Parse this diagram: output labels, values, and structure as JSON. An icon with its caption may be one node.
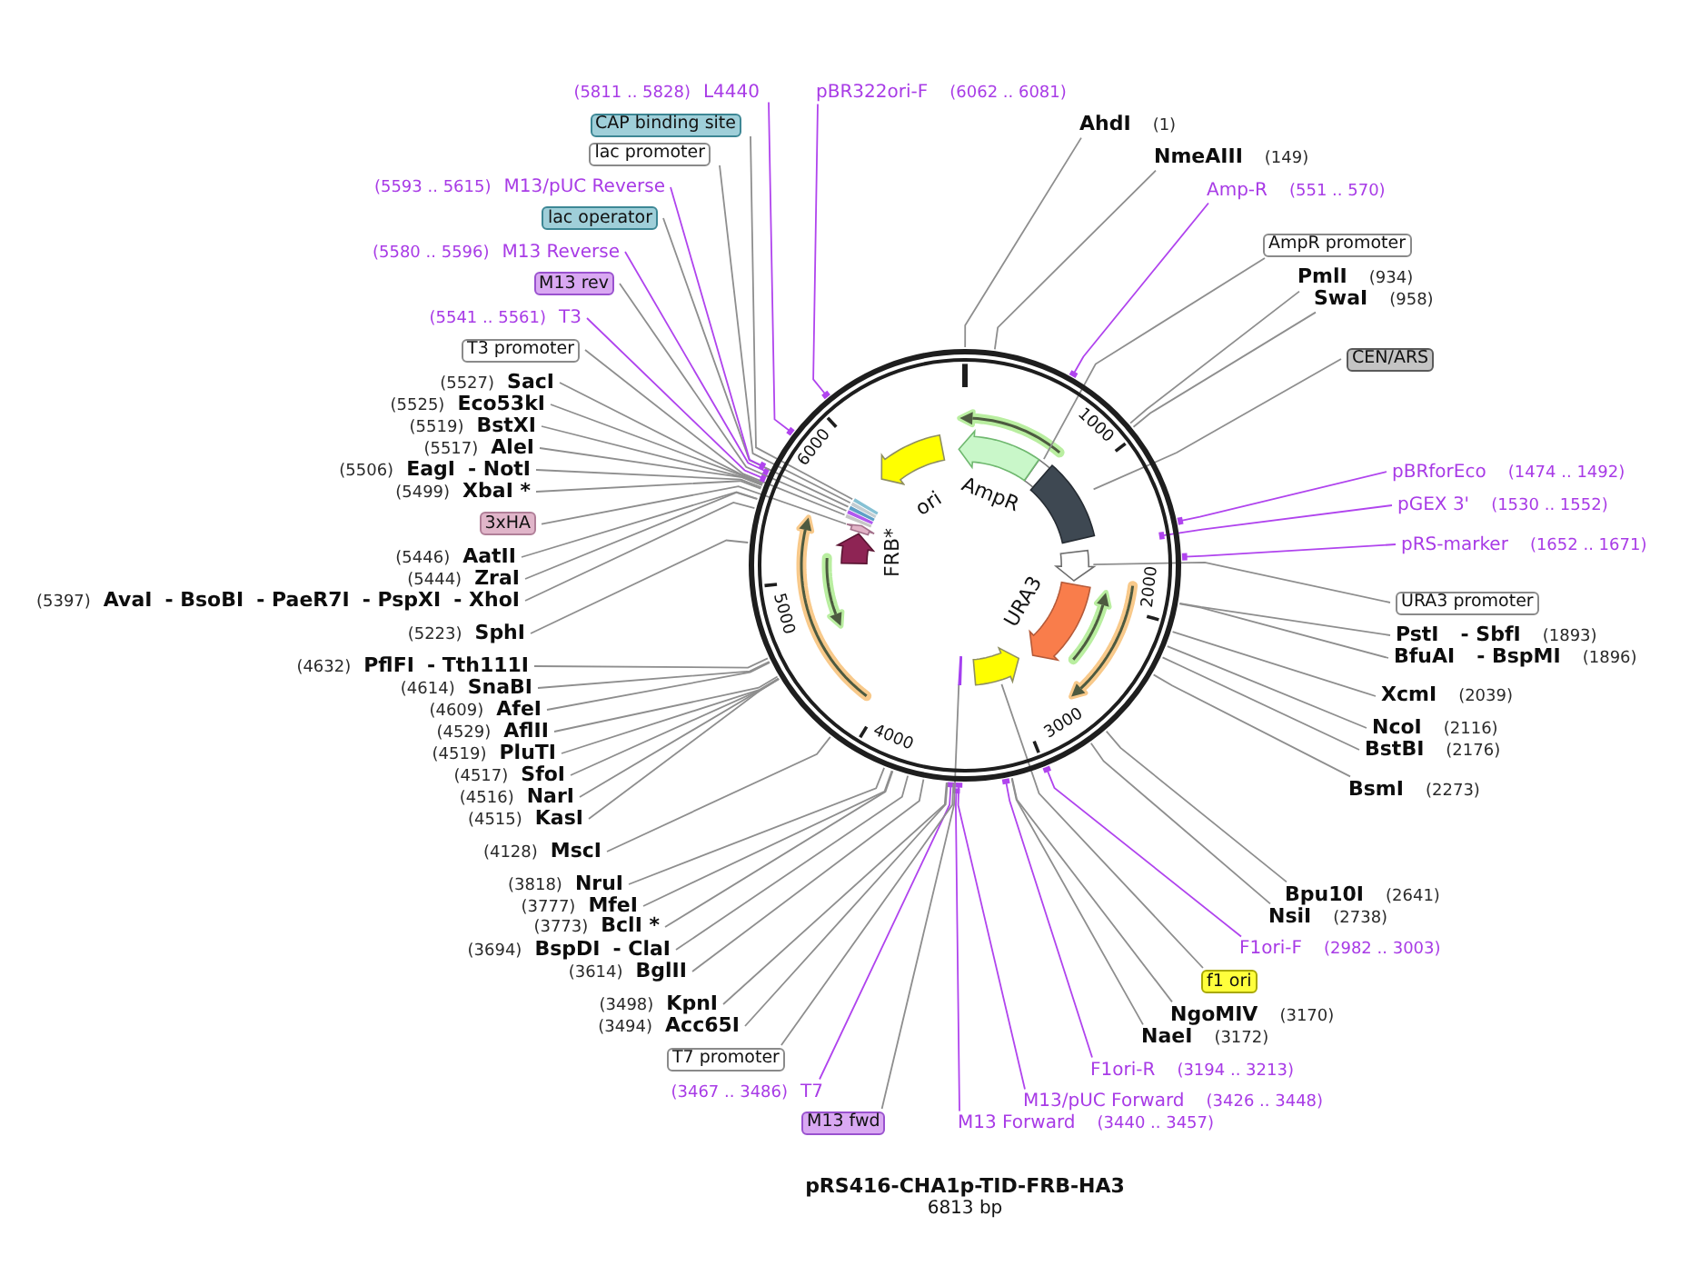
{
  "diagram": {
    "title": "pRS416-CHA1p-TID-FRB-HA3",
    "nodes": [
      {
        "text": [
          "AhdI",
          "(1)"
        ]
      },
      {
        "text": [
          "NmeAIII",
          "(149)"
        ]
      },
      {
        "text": [
          "Amp-R",
          "(551 .. 570)"
        ]
      },
      {
        "text": [
          "AmpR promoter"
        ]
      },
      {
        "text": [
          "PmlI",
          "(934)"
        ]
      },
      {
        "text": [
          "SwaI",
          "(958)"
        ]
      },
      {
        "text": [
          "CEN/ARS"
        ]
      },
      {
        "text": [
          "pBRforEco",
          "(1474 .. 1492)"
        ]
      },
      {
        "text": [
          "pGEX 3'",
          "(1530 .. 1552)"
        ]
      },
      {
        "text": [
          "pRS-marker",
          "(1652 .. 1671)"
        ]
      },
      {
        "text": [
          "URA3 promoter"
        ]
      },
      {
        "text": [
          "PstI",
          "- SbfI",
          "(1893)"
        ]
      },
      {
        "text": [
          "BfuAI",
          "- BspMI",
          "(1896)"
        ]
      },
      {
        "text": [
          "XcmI",
          "(2039)"
        ]
      },
      {
        "text": [
          "NcoI",
          "(2116)"
        ]
      },
      {
        "text": [
          "BstBI",
          "(2176)"
        ]
      },
      {
        "text": [
          "BsmI",
          "(2273)"
        ]
      },
      {
        "text": [
          "Bpu10I",
          "(2641)"
        ]
      },
      {
        "text": [
          "NsiI",
          "(2738)"
        ]
      },
      {
        "text": [
          "F1ori-F",
          "(2982 .. 3003)"
        ]
      },
      {
        "text": [
          "f1 ori"
        ]
      },
      {
        "text": [
          "NgoMIV",
          "(3170)"
        ]
      },
      {
        "text": [
          "NaeI",
          "(3172)"
        ]
      },
      {
        "text": [
          "F1ori-R",
          "(3194 .. 3213)"
        ]
      },
      {
        "text": [
          "M13/pUC Forward",
          "(3426 .. 3448)"
        ]
      },
      {
        "text": [
          "M13 Forward",
          "(3440 .. 3457)"
        ]
      },
      {
        "text": [
          "M13 fwd"
        ]
      },
      {
        "text": [
          "(3467 .. 3486)",
          "T7"
        ]
      },
      {
        "text": [
          "T7 promoter"
        ]
      },
      {
        "text": [
          "(3494)",
          "Acc65I"
        ]
      },
      {
        "text": [
          "(3498)",
          "KpnI"
        ]
      },
      {
        "text": [
          "(3614)",
          "BglII"
        ]
      },
      {
        "text": [
          "(3694)",
          "BspDI",
          "- ClaI"
        ]
      },
      {
        "text": [
          "(3773)",
          "BclI *"
        ]
      },
      {
        "text": [
          "(3777)",
          "MfeI"
        ]
      },
      {
        "text": [
          "(3818)",
          "NruI"
        ]
      },
      {
        "text": [
          "(4128)",
          "MscI"
        ]
      },
      {
        "text": [
          "(4515)",
          "KasI"
        ]
      },
      {
        "text": [
          "(4516)",
          "NarI"
        ]
      },
      {
        "text": [
          "(4517)",
          "SfoI"
        ]
      },
      {
        "text": [
          "(4519)",
          "PluTI"
        ]
      },
      {
        "text": [
          "(4529)",
          "AflII"
        ]
      },
      {
        "text": [
          "(4609)",
          "AfeI"
        ]
      },
      {
        "text": [
          "(4614)",
          "SnaBI"
        ]
      },
      {
        "text": [
          "(4632)",
          "PflFI",
          "- Tth111I"
        ]
      },
      {
        "text": [
          "(5223)",
          "SphI"
        ]
      },
      {
        "text": [
          "(5397)",
          "AvaI",
          "- BsoBI",
          "- PaeR7I",
          "- PspXI",
          "- XhoI"
        ]
      },
      {
        "text": [
          "(5444)",
          "ZraI"
        ]
      },
      {
        "text": [
          "(5446)",
          "AatII"
        ]
      },
      {
        "text": [
          "3xHA"
        ]
      },
      {
        "text": [
          "(5499)",
          "XbaI *"
        ]
      },
      {
        "text": [
          "(5506)",
          "EagI",
          "- NotI"
        ]
      },
      {
        "text": [
          "(5517)",
          "AleI"
        ]
      },
      {
        "text": [
          "(5519)",
          "BstXI"
        ]
      },
      {
        "text": [
          "(5525)",
          "Eco53kI"
        ]
      },
      {
        "text": [
          "(5527)",
          "SacI"
        ]
      },
      {
        "text": [
          "T3 promoter"
        ]
      },
      {
        "text": [
          "(5541 .. 5561)",
          "T3"
        ]
      },
      {
        "text": [
          "M13 rev"
        ]
      },
      {
        "text": [
          "(5580 .. 5596)",
          "M13 Reverse"
        ]
      },
      {
        "text": [
          "lac operator"
        ]
      },
      {
        "text": [
          "(5593 .. 5615)",
          "M13/pUC Reverse"
        ]
      },
      {
        "text": [
          "lac promoter"
        ]
      },
      {
        "text": [
          "CAP binding site"
        ]
      },
      {
        "text": [
          "(5811 .. 5828)",
          "L4440"
        ]
      },
      {
        "text": [
          "pBR322ori-F",
          "(6062 .. 6081)"
        ]
      },
      {
        "text": [],
        "shape": "circle"
      },
      {
        "text": [
          "ori"
        ],
        "in": 66
      },
      {
        "text": [
          "AmpR"
        ],
        "in": 66
      },
      {
        "text": [],
        "shape": "box",
        "in": 66
      },
      {
        "text": [],
        "shape": "box",
        "in": 66
      },
      {
        "text": [],
        "shape": "arrow",
        "in": 66
      },
      {
        "text": [
          "URA3"
        ],
        "in": 66
      },
      {
        "text": [],
        "shape": "arrow",
        "in": 66
      },
      {
        "text": [],
        "shape": "bar",
        "in": 66
      },
      {
        "text": [
          "FRB*"
        ],
        "in": 66
      },
      {
        "text": [],
        "shape": "arrow",
        "in": 66
      },
      {
        "text": [],
        "shape": "bar",
        "in": 66
      },
      {
        "text": [],
        "shape": "bar",
        "in": 66
      },
      {
        "text": [],
        "shape": "bar",
        "in": 66
      },
      {
        "text": [],
        "shape": "bar",
        "in": 66
      },
      {
        "text": [],
        "shape": "bar",
        "in": 66
      }
    ],
    "edges": [
      {
        "from": 0,
        "to": 66,
        "arrow": "none"
      },
      {
        "from": 1,
        "to": 66,
        "arrow": "none"
      },
      {
        "from": 2,
        "to": 66,
        "arrow": "other",
        "color": "#b044ee"
      },
      {
        "from": 3,
        "to": 69,
        "arrow": "none"
      },
      {
        "from": 4,
        "to": 66,
        "arrow": "none"
      },
      {
        "from": 5,
        "to": 66,
        "arrow": "none"
      },
      {
        "from": 6,
        "to": 70,
        "arrow": "none"
      },
      {
        "from": 7,
        "to": 66,
        "arrow": "other",
        "color": "#b044ee"
      },
      {
        "from": 8,
        "to": 66,
        "arrow": "other",
        "color": "#b044ee"
      },
      {
        "from": 9,
        "to": 66,
        "arrow": "other",
        "color": "#b044ee"
      },
      {
        "from": 10,
        "to": 71,
        "arrow": "none"
      },
      {
        "from": 11,
        "to": 66,
        "arrow": "none"
      },
      {
        "from": 12,
        "to": 66,
        "arrow": "none"
      },
      {
        "from": 13,
        "to": 66,
        "arrow": "none"
      },
      {
        "from": 14,
        "to": 66,
        "arrow": "none"
      },
      {
        "from": 15,
        "to": 66,
        "arrow": "none"
      },
      {
        "from": 16,
        "to": 66,
        "arrow": "none"
      },
      {
        "from": 17,
        "to": 66,
        "arrow": "none"
      },
      {
        "from": 18,
        "to": 66,
        "arrow": "none"
      },
      {
        "from": 19,
        "to": 66,
        "arrow": "other",
        "color": "#b044ee"
      },
      {
        "from": 20,
        "to": 73,
        "arrow": "none"
      },
      {
        "from": 21,
        "to": 66,
        "arrow": "none"
      },
      {
        "from": 22,
        "to": 66,
        "arrow": "none"
      },
      {
        "from": 23,
        "to": 66,
        "arrow": "other",
        "color": "#b044ee"
      },
      {
        "from": 24,
        "to": 66,
        "arrow": "other",
        "color": "#b044ee"
      },
      {
        "from": 25,
        "to": 66,
        "arrow": "other",
        "color": "#b044ee"
      },
      {
        "from": 26,
        "to": 74,
        "arrow": "none"
      },
      {
        "from": 27,
        "to": 66,
        "arrow": "other",
        "color": "#b044ee"
      },
      {
        "from": 28,
        "to": 66,
        "arrow": "none"
      },
      {
        "from": 29,
        "to": 66,
        "arrow": "none"
      },
      {
        "from": 30,
        "to": 66,
        "arrow": "none"
      },
      {
        "from": 31,
        "to": 66,
        "arrow": "none"
      },
      {
        "from": 32,
        "to": 66,
        "arrow": "none"
      },
      {
        "from": 33,
        "to": 66,
        "arrow": "none"
      },
      {
        "from": 34,
        "to": 66,
        "arrow": "none"
      },
      {
        "from": 35,
        "to": 66,
        "arrow": "none"
      },
      {
        "from": 36,
        "to": 66,
        "arrow": "none"
      },
      {
        "from": 37,
        "to": 66,
        "arrow": "none"
      },
      {
        "from": 38,
        "to": 66,
        "arrow": "none"
      },
      {
        "from": 39,
        "to": 66,
        "arrow": "none"
      },
      {
        "from": 40,
        "to": 66,
        "arrow": "none"
      },
      {
        "from": 41,
        "to": 66,
        "arrow": "none"
      },
      {
        "from": 42,
        "to": 66,
        "arrow": "none"
      },
      {
        "from": 43,
        "to": 66,
        "arrow": "none"
      },
      {
        "from": 44,
        "to": 66,
        "arrow": "none"
      },
      {
        "from": 45,
        "to": 66,
        "arrow": "none"
      },
      {
        "from": 46,
        "to": 66,
        "arrow": "none"
      },
      {
        "from": 47,
        "to": 66,
        "arrow": "none"
      },
      {
        "from": 48,
        "to": 66,
        "arrow": "none"
      },
      {
        "from": 49,
        "to": 76,
        "arrow": "none"
      },
      {
        "from": 50,
        "to": 66,
        "arrow": "none"
      },
      {
        "from": 51,
        "to": 66,
        "arrow": "none"
      },
      {
        "from": 52,
        "to": 66,
        "arrow": "none"
      },
      {
        "from": 53,
        "to": 66,
        "arrow": "none"
      },
      {
        "from": 54,
        "to": 66,
        "arrow": "none"
      },
      {
        "from": 55,
        "to": 66,
        "arrow": "none"
      },
      {
        "from": 56,
        "to": 81,
        "arrow": "none"
      },
      {
        "from": 57,
        "to": 66,
        "arrow": "other",
        "color": "#b044ee"
      },
      {
        "from": 58,
        "to": 80,
        "arrow": "none"
      },
      {
        "from": 59,
        "to": 66,
        "arrow": "other",
        "color": "#b044ee"
      },
      {
        "from": 60,
        "to": 79,
        "arrow": "none"
      },
      {
        "from": 61,
        "to": 66,
        "arrow": "other",
        "color": "#b044ee"
      },
      {
        "from": 62,
        "to": 78,
        "arrow": "none"
      },
      {
        "from": 63,
        "to": 77,
        "arrow": "none"
      },
      {
        "from": 64,
        "to": 66,
        "arrow": "other",
        "color": "#b044ee"
      },
      {
        "from": 65,
        "to": 66,
        "arrow": "other",
        "color": "#b044ee"
      }
    ],
    "labels": [
      "1000",
      "2000",
      "3000",
      "4000",
      "5000",
      "6000",
      "6813 bp"
    ]
  }
}
